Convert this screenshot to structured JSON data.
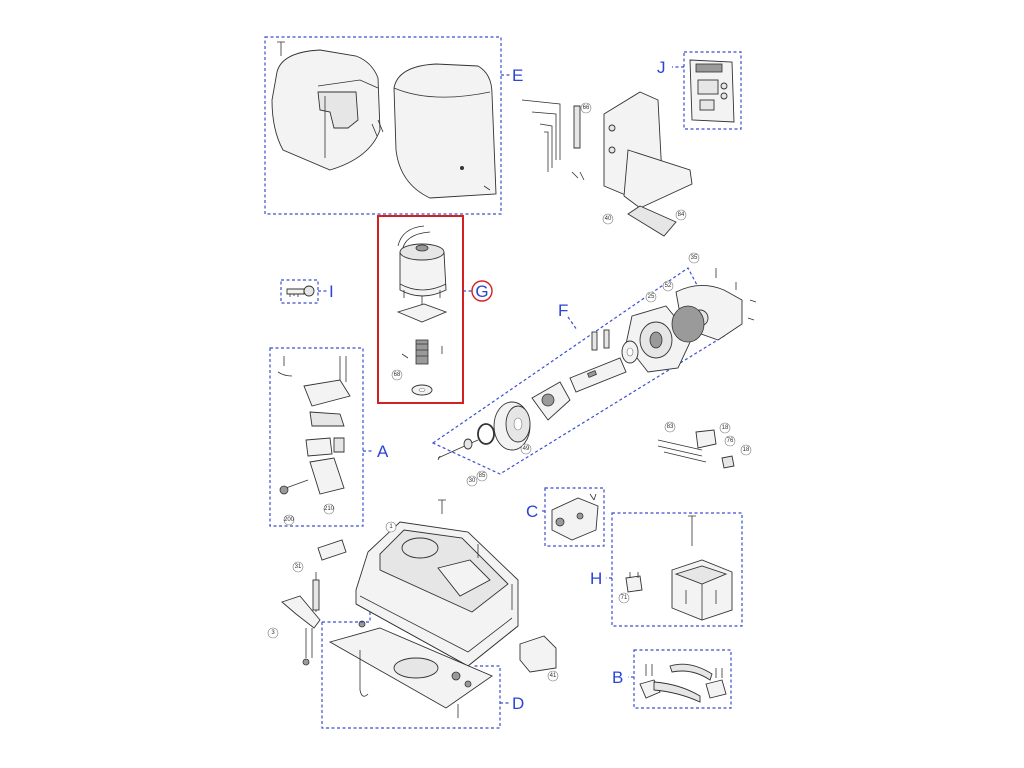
{
  "groups": [
    {
      "id": "E",
      "letter": "E"
    },
    {
      "id": "J",
      "letter": "J"
    },
    {
      "id": "G",
      "letter": "G"
    },
    {
      "id": "I",
      "letter": "I"
    },
    {
      "id": "F",
      "letter": "F"
    },
    {
      "id": "A",
      "letter": "A"
    },
    {
      "id": "C",
      "letter": "C"
    },
    {
      "id": "H",
      "letter": "H"
    },
    {
      "id": "D",
      "letter": "D"
    },
    {
      "id": "B",
      "letter": "B"
    }
  ],
  "part_numbers": {
    "p66": "66",
    "p40": "40",
    "p84": "84",
    "p35": "35",
    "p52": "52",
    "p25": "25",
    "p68": "68",
    "p49": "49",
    "p30": "30",
    "p85": "85",
    "p83": "83",
    "p18a": "18",
    "p76": "76",
    "p18b": "18",
    "p200": "200",
    "p210": "210",
    "p1": "1",
    "p31": "31",
    "p3": "3",
    "p41": "41",
    "p71": "71"
  }
}
